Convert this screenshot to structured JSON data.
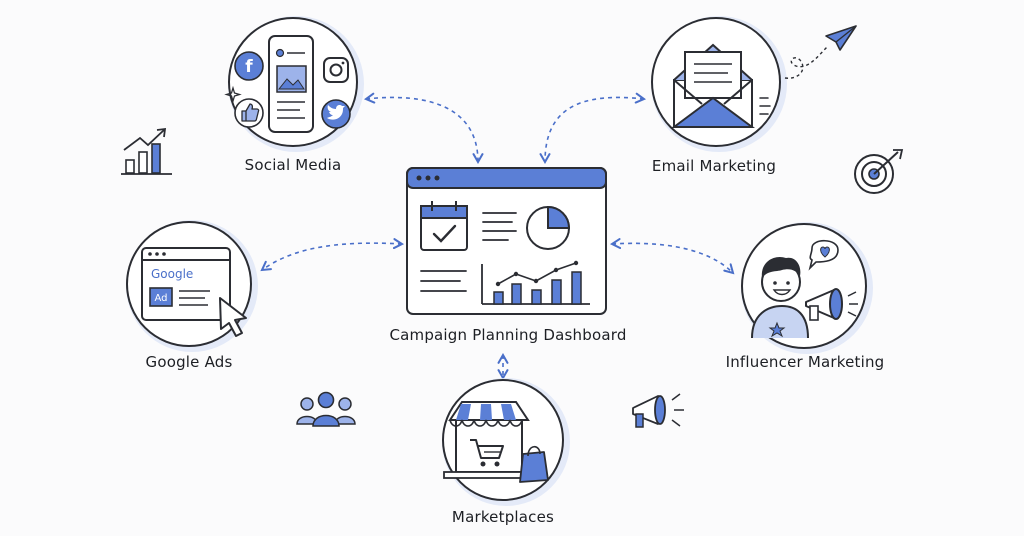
{
  "nodes": {
    "center": {
      "label": "Campaign Planning Dashboard"
    },
    "social_media": {
      "label": "Social Media"
    },
    "email_marketing": {
      "label": "Email Marketing"
    },
    "google_ads": {
      "label": "Google Ads"
    },
    "influencer_marketing": {
      "label": "Influencer Marketing"
    },
    "marketplaces": {
      "label": "Marketplaces"
    }
  },
  "google_widget": {
    "brand": "Google",
    "ad_badge": "Ad"
  },
  "colors": {
    "accent": "#5b7fd6",
    "accent_light": "#9db3ea",
    "ink": "#2b2d33",
    "halo": "#e4eaf8"
  },
  "edges": [
    {
      "from": "center",
      "to": "social_media",
      "style": "dashed-bidirectional"
    },
    {
      "from": "center",
      "to": "email_marketing",
      "style": "dashed-bidirectional"
    },
    {
      "from": "center",
      "to": "google_ads",
      "style": "dashed-bidirectional"
    },
    {
      "from": "center",
      "to": "influencer_marketing",
      "style": "dashed-bidirectional"
    },
    {
      "from": "center",
      "to": "marketplaces",
      "style": "dashed-bidirectional"
    }
  ],
  "decorations": [
    "bar-growth-icon",
    "target-icon",
    "team-icon",
    "megaphone-icon",
    "paper-plane-icon"
  ]
}
